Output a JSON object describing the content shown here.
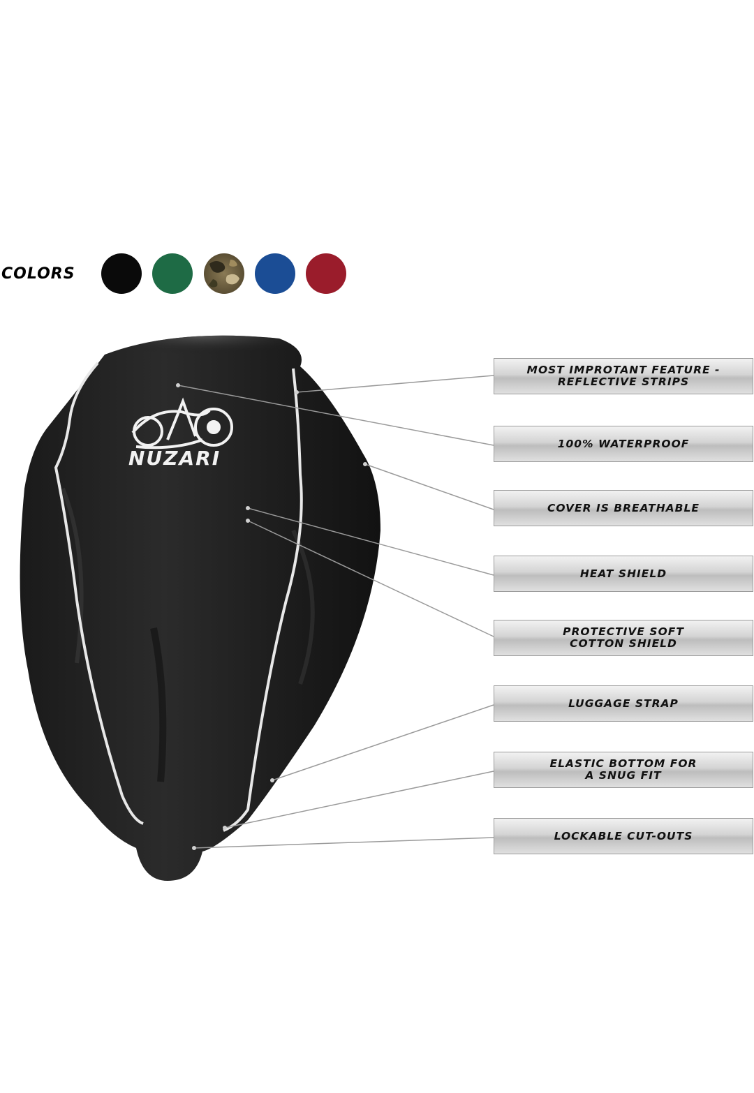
{
  "colors_label": "COLORS",
  "swatches": [
    {
      "name": "black",
      "color": "#0a0a0a"
    },
    {
      "name": "green",
      "color": "#1e6b45"
    },
    {
      "name": "camouflage",
      "color": "#7a6a45"
    },
    {
      "name": "blue",
      "color": "#1b4d95"
    },
    {
      "name": "red",
      "color": "#9a1c2b"
    }
  ],
  "brand": "NUZARI",
  "features": [
    "MOST IMPROTANT FEATURE -\nREFLECTIVE STRIPS",
    "100% WATERPROOF",
    "COVER IS BREATHABLE",
    "HEAT SHIELD",
    "PROTECTIVE SOFT\nCOTTON SHIELD",
    "LUGGAGE STRAP",
    "ELASTIC BOTTOM FOR\nA SNUG FIT",
    "LOCKABLE CUT-OUTS"
  ]
}
